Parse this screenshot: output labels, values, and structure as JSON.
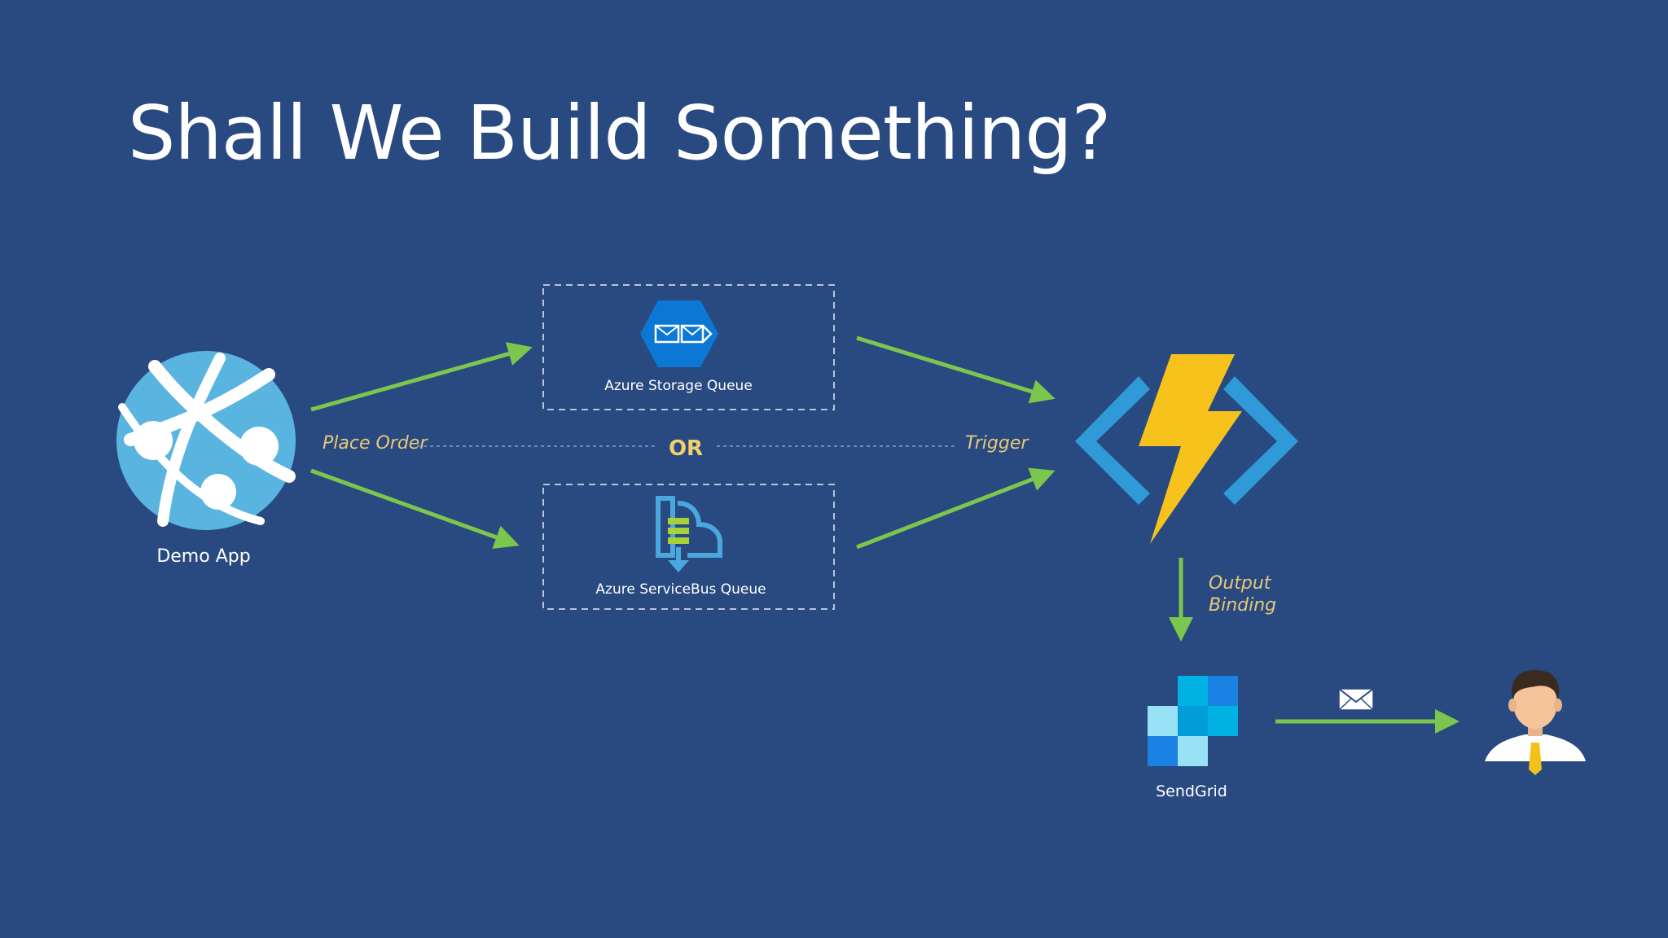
{
  "slide": {
    "title": "Shall We Build Something?"
  },
  "diagram": {
    "nodes": {
      "demo_app": {
        "label": "Demo App",
        "icon": "web-app-globe-icon"
      },
      "storage_queue": {
        "label": "Azure Storage Queue",
        "icon": "storage-queue-icon"
      },
      "servicebus_queue": {
        "label": "Azure ServiceBus Queue",
        "icon": "servicebus-queue-icon"
      },
      "function": {
        "icon": "azure-functions-icon"
      },
      "sendgrid": {
        "label": "SendGrid",
        "icon": "sendgrid-logo-icon"
      },
      "recipient": {
        "icon": "user-avatar-icon"
      }
    },
    "edge_labels": {
      "place_order": "Place Order",
      "or": "OR",
      "trigger": "Trigger",
      "output_binding_line1": "Output",
      "output_binding_line2": "Binding"
    },
    "colors": {
      "background": "#284a80",
      "arrow": "#7dc64e",
      "label_accent": "#e9c77a",
      "or_text": "#f2d06b",
      "function_bolt": "#f7c21b",
      "function_brackets": "#2f9ad7",
      "globe": "#5ab4e0"
    }
  }
}
